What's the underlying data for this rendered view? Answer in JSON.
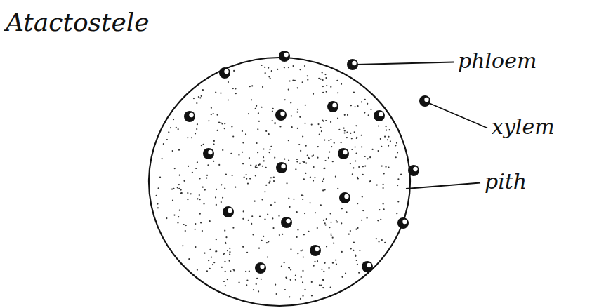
{
  "diagram": {
    "title": "Atactostele",
    "labels": [
      "phloem",
      "xylem",
      "pith"
    ]
  }
}
